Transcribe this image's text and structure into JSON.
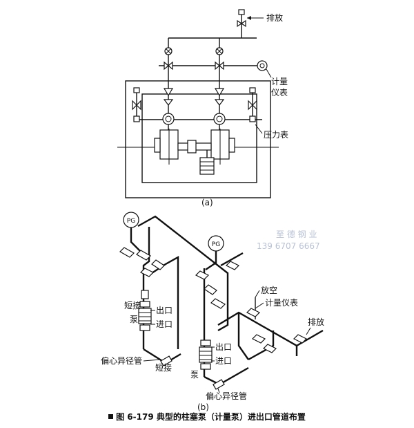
{
  "diagram_a": {
    "labels": {
      "discharge": "排放",
      "meter_line1": "计量",
      "meter_line2": "仪表",
      "pressure_gauge": "压力表"
    },
    "sublabel": "(a)"
  },
  "diagram_b": {
    "labels": {
      "pg_left": "PG",
      "pg_right": "PG",
      "short_joint_l1": "短接",
      "pump_l": "泵",
      "outlet_l": "出口",
      "inlet_l": "进口",
      "reducer_l": "偏心异径管",
      "short_joint_bottom": "短接",
      "vent": "放空",
      "meter": "计量仪表",
      "discharge": "排放",
      "outlet_r": "出口",
      "inlet_r": "进口",
      "pump_r": "泵",
      "reducer_r": "偏心异径管"
    },
    "sublabel": "(b)"
  },
  "watermark": {
    "line1": "至 德 钢 业",
    "line2": "139 6707 6667"
  },
  "caption": "图 6-179   典型的柱塞泵（计量泵）进出口管道布置"
}
